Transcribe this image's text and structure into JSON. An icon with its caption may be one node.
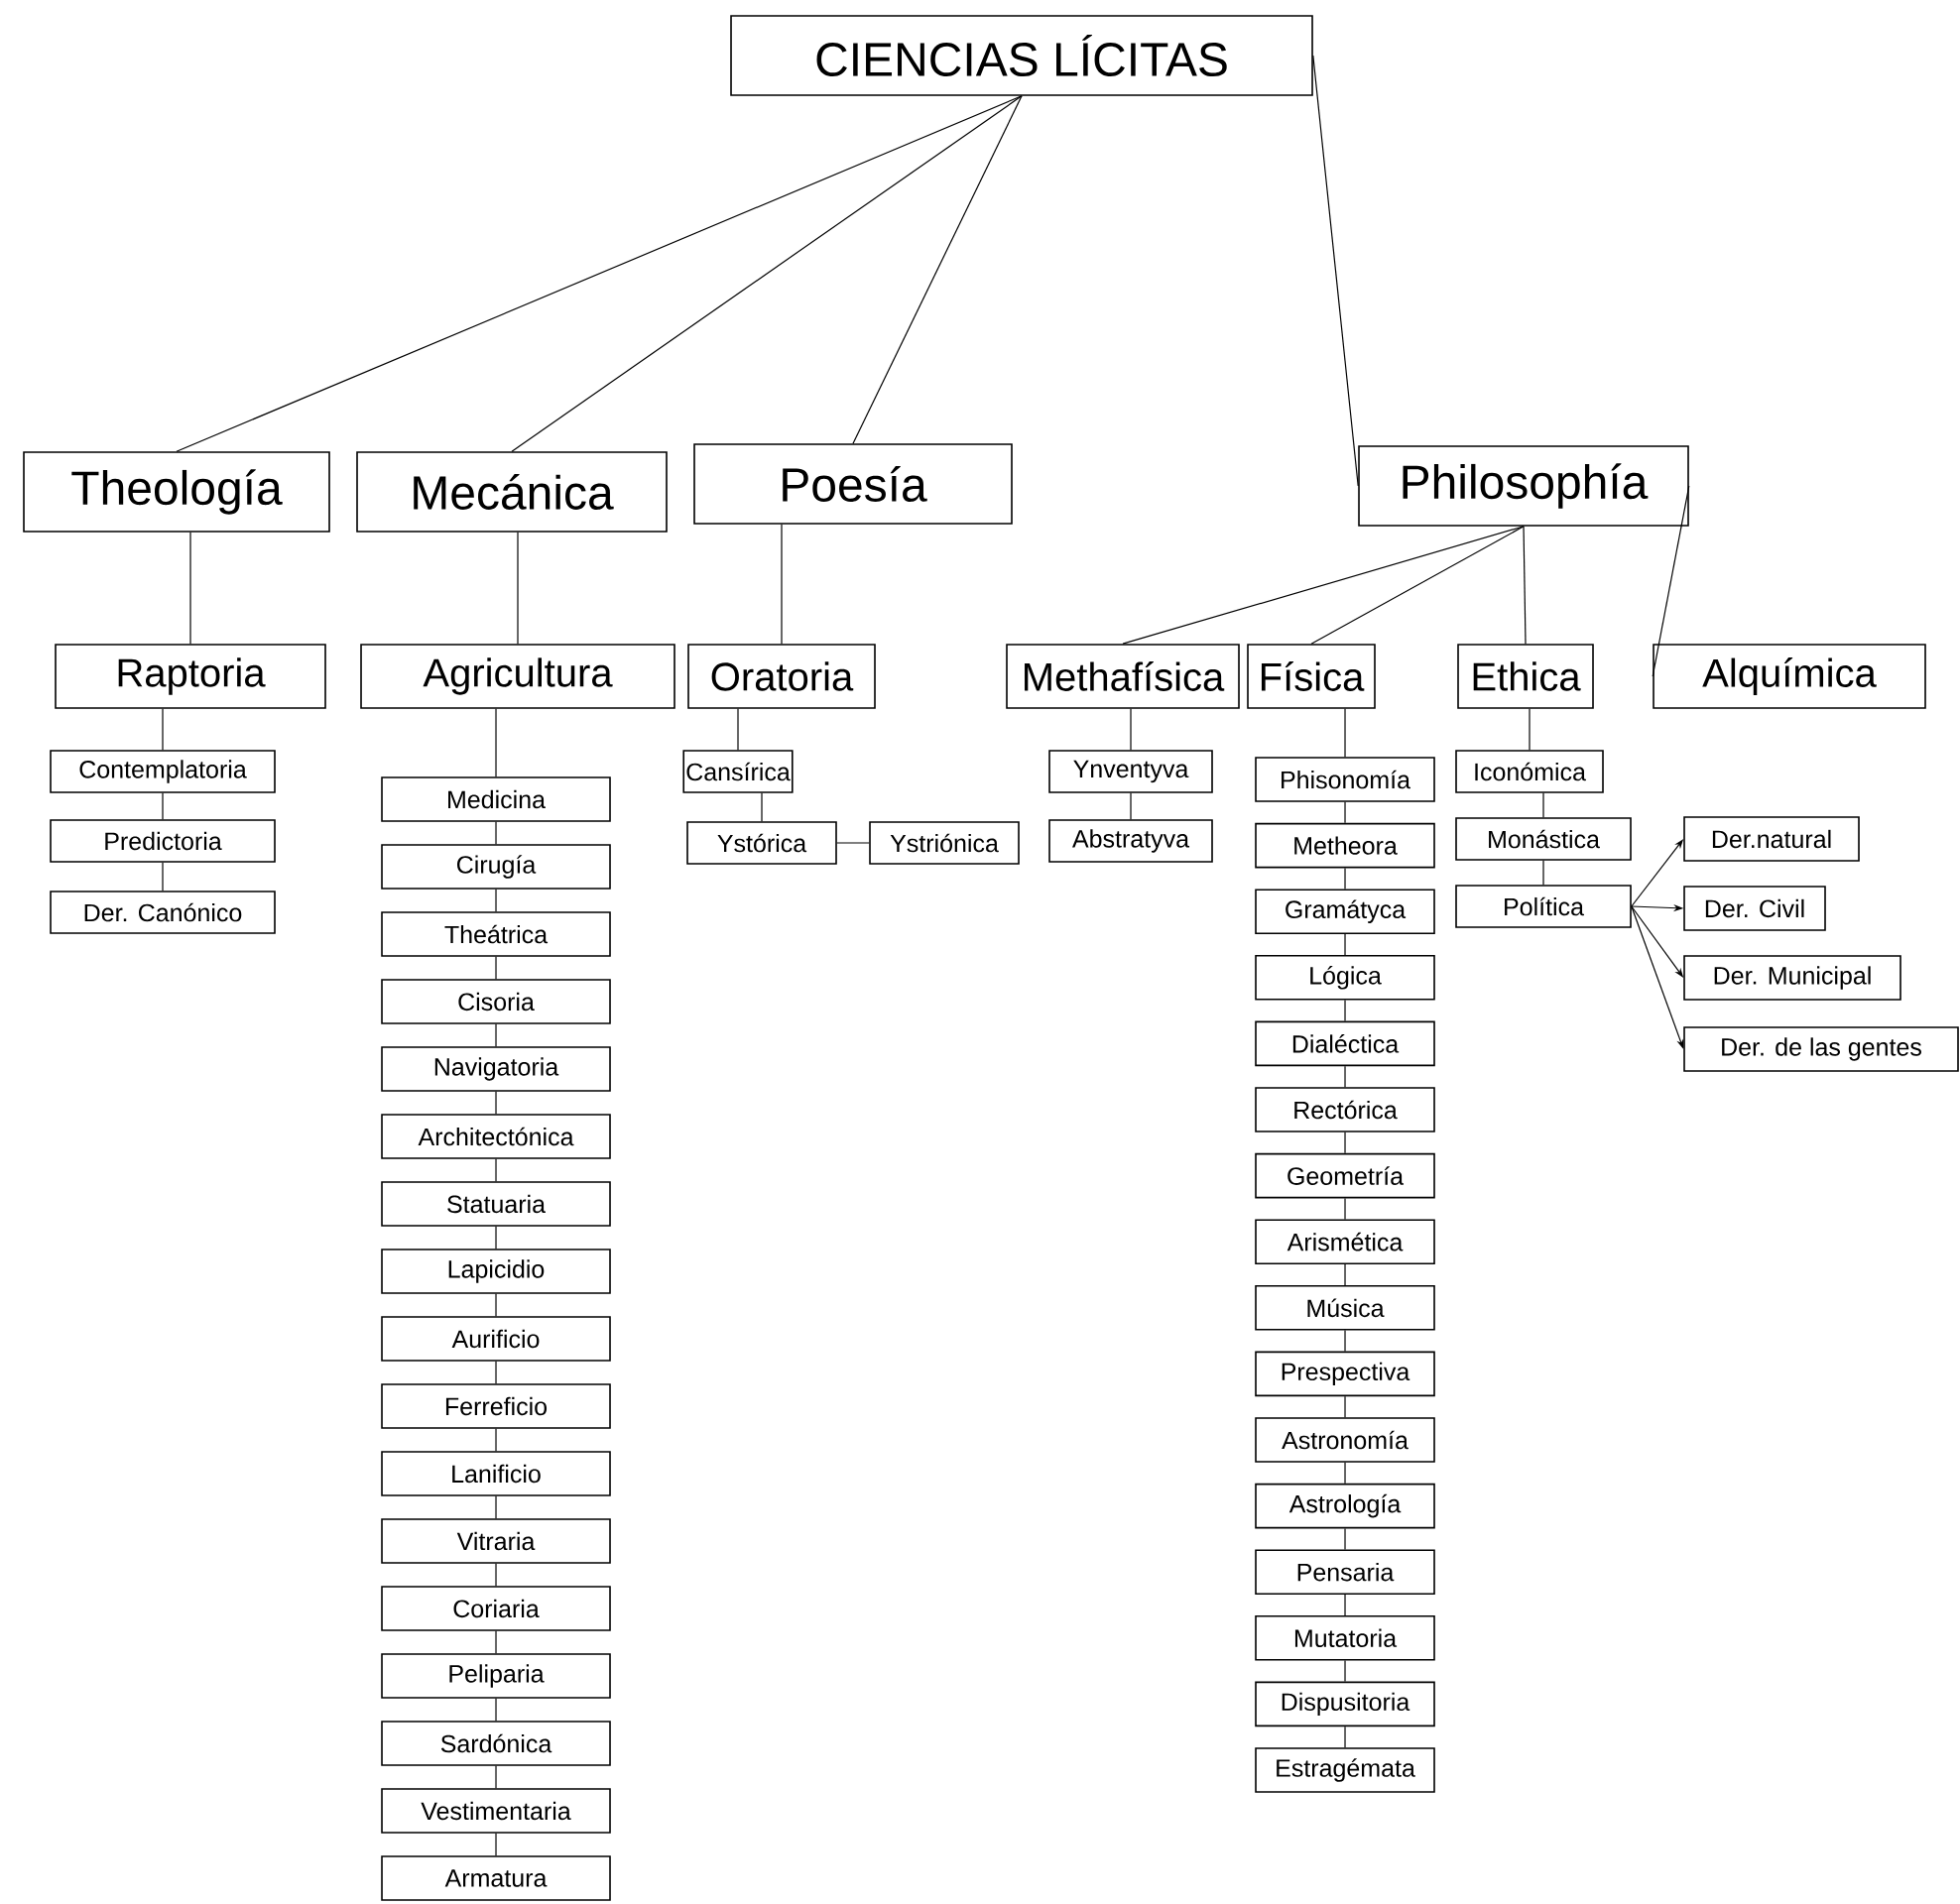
{
  "diagram": {
    "nodes": [
      {
        "text": [
          "CIENCIAS LÍCITAS"
        ]
      },
      {
        "text": [
          "Theología"
        ]
      },
      {
        "text": [
          "Mecánica"
        ]
      },
      {
        "text": [
          "Poesía"
        ]
      },
      {
        "text": [
          "Philosophía"
        ]
      },
      {
        "text": [
          "Raptoria"
        ]
      },
      {
        "text": [
          "Agricultura"
        ]
      },
      {
        "text": [
          "Oratoria"
        ]
      },
      {
        "text": [
          "Methafísica"
        ]
      },
      {
        "text": [
          "Física"
        ]
      },
      {
        "text": [
          "Ethica"
        ]
      },
      {
        "text": [
          "Alquímica"
        ]
      },
      {
        "text": [
          "Contemplatoria"
        ]
      },
      {
        "text": [
          "Predictoria"
        ]
      },
      {
        "text": [
          "Der. Canónico"
        ]
      },
      {
        "text": [
          "Medicina"
        ]
      },
      {
        "text": [
          "Cirugía"
        ]
      },
      {
        "text": [
          "Theátrica"
        ]
      },
      {
        "text": [
          "Cisoria"
        ]
      },
      {
        "text": [
          "Navigatoria"
        ]
      },
      {
        "text": [
          "Architectónica"
        ]
      },
      {
        "text": [
          "Statuaria"
        ]
      },
      {
        "text": [
          "Lapicidio"
        ]
      },
      {
        "text": [
          "Aurificio"
        ]
      },
      {
        "text": [
          "Ferreficio"
        ]
      },
      {
        "text": [
          "Lanificio"
        ]
      },
      {
        "text": [
          "Vitraria"
        ]
      },
      {
        "text": [
          "Coriaria"
        ]
      },
      {
        "text": [
          "Peliparia"
        ]
      },
      {
        "text": [
          "Sardónica"
        ]
      },
      {
        "text": [
          "Vestimentaria"
        ]
      },
      {
        "text": [
          "Armatura"
        ]
      },
      {
        "text": [
          "Cansírica"
        ]
      },
      {
        "text": [
          "Ystórica"
        ]
      },
      {
        "text": [
          "Ystriónica"
        ]
      },
      {
        "text": [
          "Ynventyva"
        ]
      },
      {
        "text": [
          "Abstratyva"
        ]
      },
      {
        "text": [
          "Phisonomía"
        ]
      },
      {
        "text": [
          "Metheora"
        ]
      },
      {
        "text": [
          "Gramátyca"
        ]
      },
      {
        "text": [
          "Lógica"
        ]
      },
      {
        "text": [
          "Dialéctica"
        ]
      },
      {
        "text": [
          "Rectórica"
        ]
      },
      {
        "text": [
          "Geometría"
        ]
      },
      {
        "text": [
          "Arismética"
        ]
      },
      {
        "text": [
          "Música"
        ]
      },
      {
        "text": [
          "Prespectiva"
        ]
      },
      {
        "text": [
          "Astronomía"
        ]
      },
      {
        "text": [
          "Astrología"
        ]
      },
      {
        "text": [
          "Pensaria"
        ]
      },
      {
        "text": [
          "Mutatoria"
        ]
      },
      {
        "text": [
          "Dispusitoria"
        ]
      },
      {
        "text": [
          "Estragémata"
        ]
      },
      {
        "text": [
          "Iconómica"
        ]
      },
      {
        "text": [
          "Monástica"
        ]
      },
      {
        "text": [
          "Política"
        ]
      },
      {
        "text": [
          "Der.natural"
        ]
      },
      {
        "text": [
          "Der. Civil"
        ]
      },
      {
        "text": [
          "Der. Municipal"
        ]
      },
      {
        "text": [
          "Der. de las gentes"
        ]
      }
    ],
    "edges": [
      {
        "from": 0,
        "to": 1,
        "arrow": "none"
      },
      {
        "from": 0,
        "to": 2,
        "arrow": "none"
      },
      {
        "from": 0,
        "to": 3,
        "arrow": "none"
      },
      {
        "from": 0,
        "to": 4,
        "arrow": "none"
      },
      {
        "from": 1,
        "to": 5,
        "arrow": "none"
      },
      {
        "from": 2,
        "to": 6,
        "arrow": "none"
      },
      {
        "from": 3,
        "to": 7,
        "arrow": "none"
      },
      {
        "from": 4,
        "to": 8,
        "arrow": "none"
      },
      {
        "from": 4,
        "to": 9,
        "arrow": "none"
      },
      {
        "from": 4,
        "to": 10,
        "arrow": "none"
      },
      {
        "from": 4,
        "to": 11,
        "arrow": "none"
      },
      {
        "from": 5,
        "to": 12,
        "arrow": "none"
      },
      {
        "from": 12,
        "to": 13,
        "arrow": "none"
      },
      {
        "from": 13,
        "to": 14,
        "arrow": "none"
      },
      {
        "from": 6,
        "to": 15,
        "arrow": "none"
      },
      {
        "from": 15,
        "to": 16,
        "arrow": "none"
      },
      {
        "from": 16,
        "to": 17,
        "arrow": "none"
      },
      {
        "from": 17,
        "to": 18,
        "arrow": "none"
      },
      {
        "from": 18,
        "to": 19,
        "arrow": "none"
      },
      {
        "from": 19,
        "to": 20,
        "arrow": "none"
      },
      {
        "from": 20,
        "to": 21,
        "arrow": "none"
      },
      {
        "from": 21,
        "to": 22,
        "arrow": "none"
      },
      {
        "from": 22,
        "to": 23,
        "arrow": "none"
      },
      {
        "from": 23,
        "to": 24,
        "arrow": "none"
      },
      {
        "from": 24,
        "to": 25,
        "arrow": "none"
      },
      {
        "from": 25,
        "to": 26,
        "arrow": "none"
      },
      {
        "from": 26,
        "to": 27,
        "arrow": "none"
      },
      {
        "from": 27,
        "to": 28,
        "arrow": "none"
      },
      {
        "from": 28,
        "to": 29,
        "arrow": "none"
      },
      {
        "from": 29,
        "to": 30,
        "arrow": "none"
      },
      {
        "from": 30,
        "to": 31,
        "arrow": "none"
      },
      {
        "from": 7,
        "to": 32,
        "arrow": "none"
      },
      {
        "from": 32,
        "to": 33,
        "arrow": "none"
      },
      {
        "from": 33,
        "to": 34,
        "arrow": "none"
      },
      {
        "from": 8,
        "to": 35,
        "arrow": "none"
      },
      {
        "from": 35,
        "to": 36,
        "arrow": "none"
      },
      {
        "from": 9,
        "to": 37,
        "arrow": "none"
      },
      {
        "from": 37,
        "to": 38,
        "arrow": "none"
      },
      {
        "from": 38,
        "to": 39,
        "arrow": "none"
      },
      {
        "from": 39,
        "to": 40,
        "arrow": "none"
      },
      {
        "from": 40,
        "to": 41,
        "arrow": "none"
      },
      {
        "from": 41,
        "to": 42,
        "arrow": "none"
      },
      {
        "from": 42,
        "to": 43,
        "arrow": "none"
      },
      {
        "from": 43,
        "to": 44,
        "arrow": "none"
      },
      {
        "from": 44,
        "to": 45,
        "arrow": "none"
      },
      {
        "from": 45,
        "to": 46,
        "arrow": "none"
      },
      {
        "from": 46,
        "to": 47,
        "arrow": "none"
      },
      {
        "from": 47,
        "to": 48,
        "arrow": "none"
      },
      {
        "from": 48,
        "to": 49,
        "arrow": "none"
      },
      {
        "from": 49,
        "to": 50,
        "arrow": "none"
      },
      {
        "from": 50,
        "to": 51,
        "arrow": "none"
      },
      {
        "from": 51,
        "to": 52,
        "arrow": "none"
      },
      {
        "from": 10,
        "to": 53,
        "arrow": "none"
      },
      {
        "from": 53,
        "to": 54,
        "arrow": "none"
      },
      {
        "from": 54,
        "to": 55,
        "arrow": "none"
      },
      {
        "from": 55,
        "to": 56,
        "arrow": "to"
      },
      {
        "from": 55,
        "to": 57,
        "arrow": "to"
      },
      {
        "from": 55,
        "to": 58,
        "arrow": "to"
      },
      {
        "from": 55,
        "to": 59,
        "arrow": "to"
      }
    ]
  }
}
